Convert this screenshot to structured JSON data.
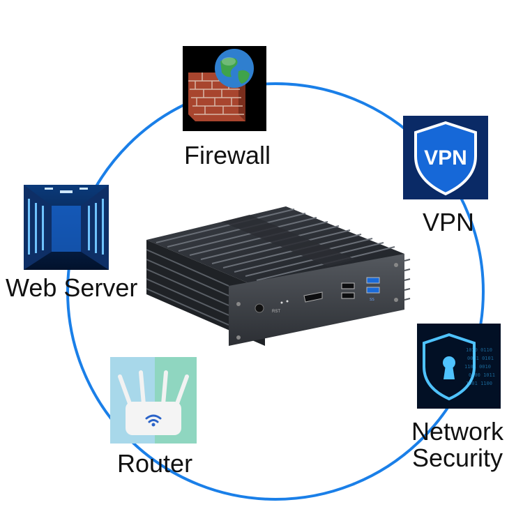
{
  "accent_color": "#1a7fe8",
  "center_device": {
    "name": "fanless-mini-pc",
    "port_labels": [
      "RST",
      "SS"
    ]
  },
  "nodes": [
    {
      "id": "firewall",
      "label": "Firewall",
      "icon": "brick-wall-globe-icon"
    },
    {
      "id": "vpn",
      "label": "VPN",
      "icon": "vpn-shield-icon"
    },
    {
      "id": "web-server",
      "label": "Web Server",
      "icon": "server-room-icon"
    },
    {
      "id": "network-security",
      "label": "Network\nSecurity",
      "icon": "keyhole-shield-icon"
    },
    {
      "id": "router",
      "label": "Router",
      "icon": "wifi-router-icon"
    }
  ]
}
